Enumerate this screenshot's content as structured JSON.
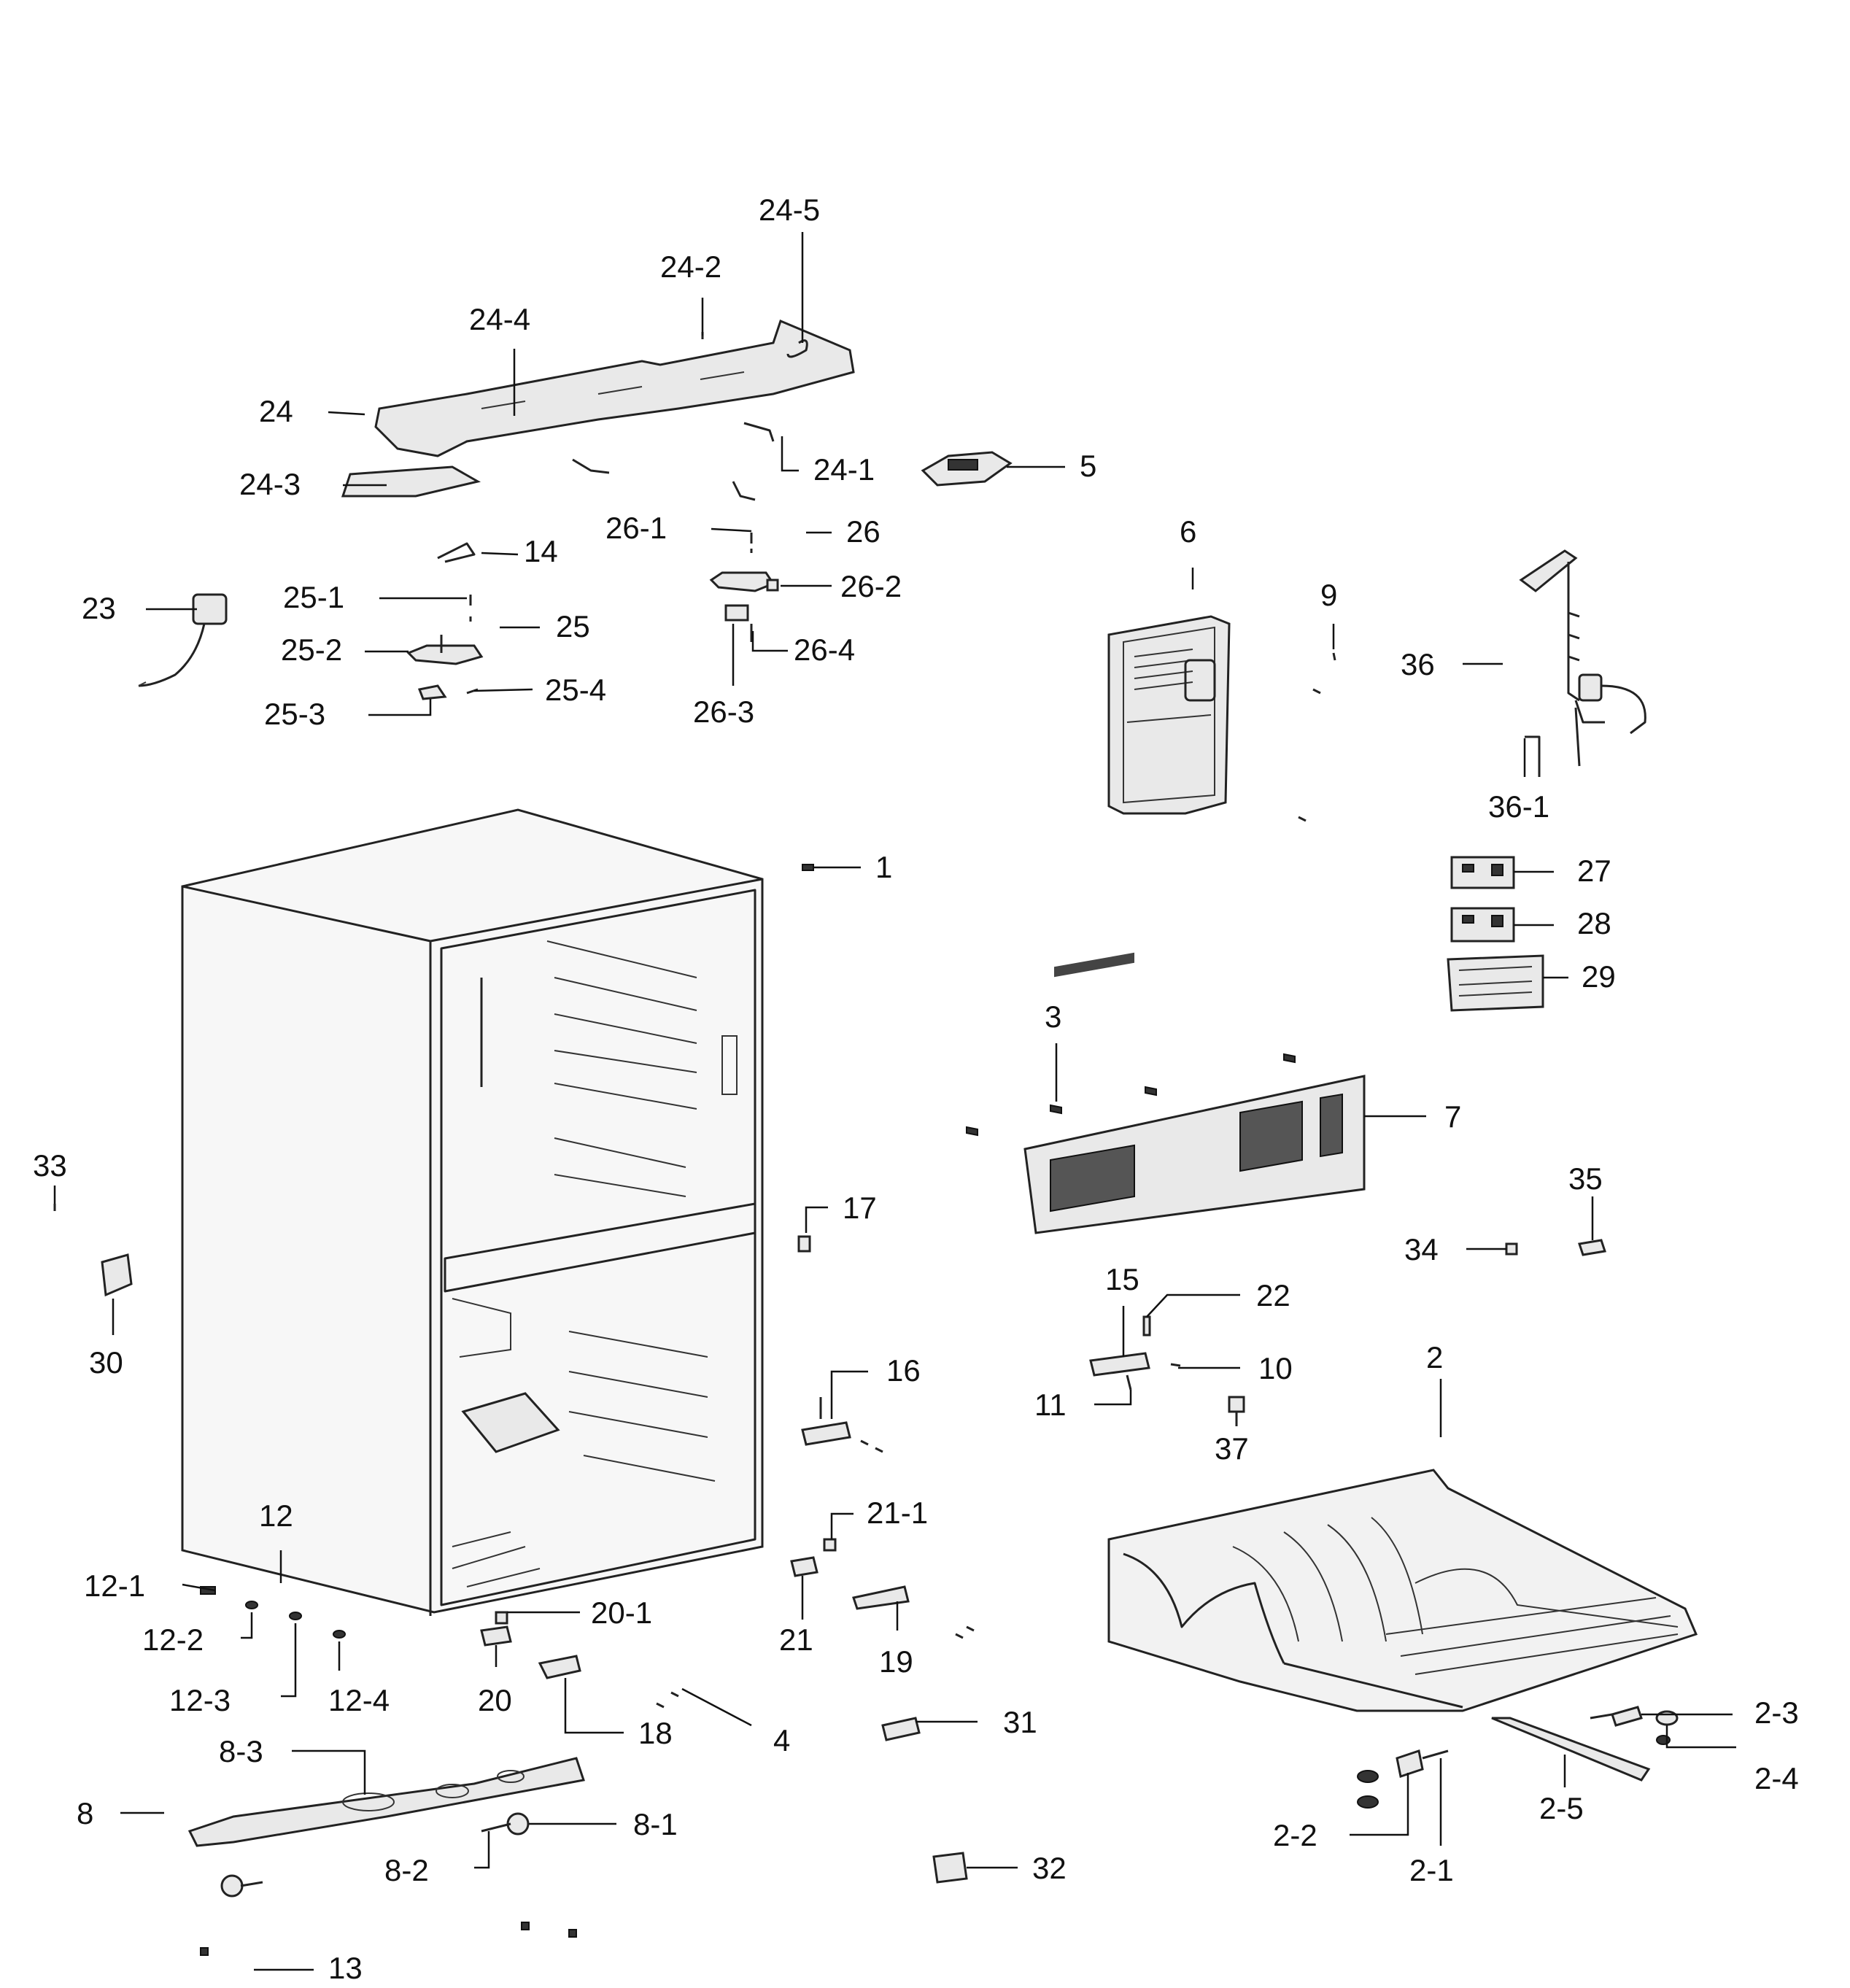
{
  "labels": {
    "l_24_5": "24-5",
    "l_24_2": "24-2",
    "l_24_4": "24-4",
    "l_24": "24",
    "l_24_3": "24-3",
    "l_24_1": "24-1",
    "l_5": "5",
    "l_26_1": "26-1",
    "l_26": "26",
    "l_14": "14",
    "l_26_2": "26-2",
    "l_23": "23",
    "l_25_1": "25-1",
    "l_25": "25",
    "l_25_2": "25-2",
    "l_26_4": "26-4",
    "l_25_4": "25-4",
    "l_25_3": "25-3",
    "l_26_3": "26-3",
    "l_6": "6",
    "l_9": "9",
    "l_36": "36",
    "l_36_1": "36-1",
    "l_1": "1",
    "l_27": "27",
    "l_28": "28",
    "l_29": "29",
    "l_3": "3",
    "l_7": "7",
    "l_33": "33",
    "l_17": "17",
    "l_35": "35",
    "l_34": "34",
    "l_30": "30",
    "l_15": "15",
    "l_22": "22",
    "l_2": "2",
    "l_16": "16",
    "l_10": "10",
    "l_11": "11",
    "l_37": "37",
    "l_12": "12",
    "l_21_1": "21-1",
    "l_12_1": "12-1",
    "l_20_1": "20-1",
    "l_12_2": "12-2",
    "l_21": "21",
    "l_19": "19",
    "l_12_3": "12-3",
    "l_12_4": "12-4",
    "l_20": "20",
    "l_18": "18",
    "l_4": "4",
    "l_2_3": "2-3",
    "l_31": "31",
    "l_8_3": "8-3",
    "l_2_4": "2-4",
    "l_8": "8",
    "l_8_1": "8-1",
    "l_2_5": "2-5",
    "l_2_2": "2-2",
    "l_8_2": "8-2",
    "l_32": "32",
    "l_2_1": "2-1",
    "l_13": "13"
  }
}
